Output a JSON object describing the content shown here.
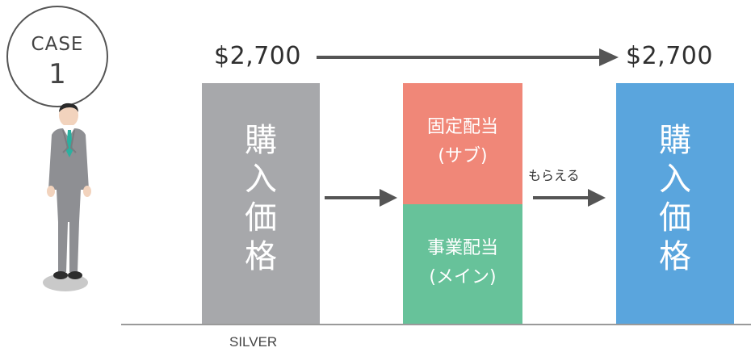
{
  "case": {
    "label": "CASE",
    "number": "1"
  },
  "prices": {
    "left": "$2,700",
    "right": "$2,700"
  },
  "bars": {
    "left_chars": [
      "購",
      "入",
      "価",
      "格"
    ],
    "right_chars": [
      "購",
      "入",
      "価",
      "格"
    ],
    "fixed_dividend": [
      "固定配当",
      "(サブ)"
    ],
    "business_dividend": [
      "事業配当",
      "(メイン)"
    ]
  },
  "receive_label": "もらえる",
  "base_label": "SILVER",
  "colors": {
    "purchase_gray": "#a7a8ab",
    "purchase_blue": "#5aa5dd",
    "fixed_red": "#f08778",
    "business_green": "#67c29a",
    "arrow": "#555555"
  }
}
